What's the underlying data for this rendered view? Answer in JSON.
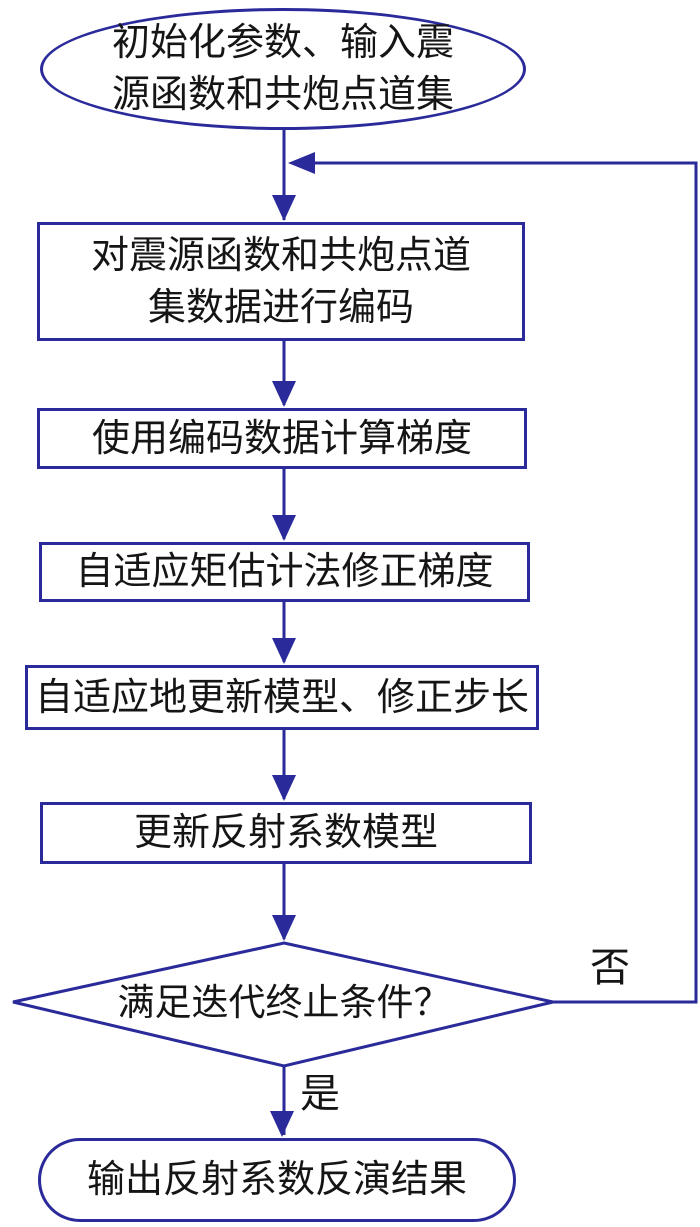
{
  "meta": {
    "diagram_type": "flowchart",
    "language": "zh-CN",
    "background_color": "#ffffff",
    "stroke_color": "#2a2a9b",
    "text_color": "#151515"
  },
  "nodes": [
    {
      "id": "start",
      "shape": "ellipse",
      "label": "初始化参数、输入震\n源函数和共炮点道集"
    },
    {
      "id": "encode",
      "shape": "rect",
      "label": "对震源函数和共炮点道\n集数据进行编码"
    },
    {
      "id": "gradient",
      "shape": "rect",
      "label": "使用编码数据计算梯度"
    },
    {
      "id": "adam",
      "shape": "rect",
      "label": "自适应矩估计法修正梯度"
    },
    {
      "id": "update-step",
      "shape": "rect",
      "label": "自适应地更新模型、修正步长"
    },
    {
      "id": "update-model",
      "shape": "rect",
      "label": "更新反射系数模型"
    },
    {
      "id": "condition",
      "shape": "diamond",
      "label": "满足迭代终止条件？"
    },
    {
      "id": "output",
      "shape": "ellipse",
      "label": "输出反射系数反演结果"
    }
  ],
  "edge_labels": {
    "no": "否",
    "yes": "是"
  }
}
